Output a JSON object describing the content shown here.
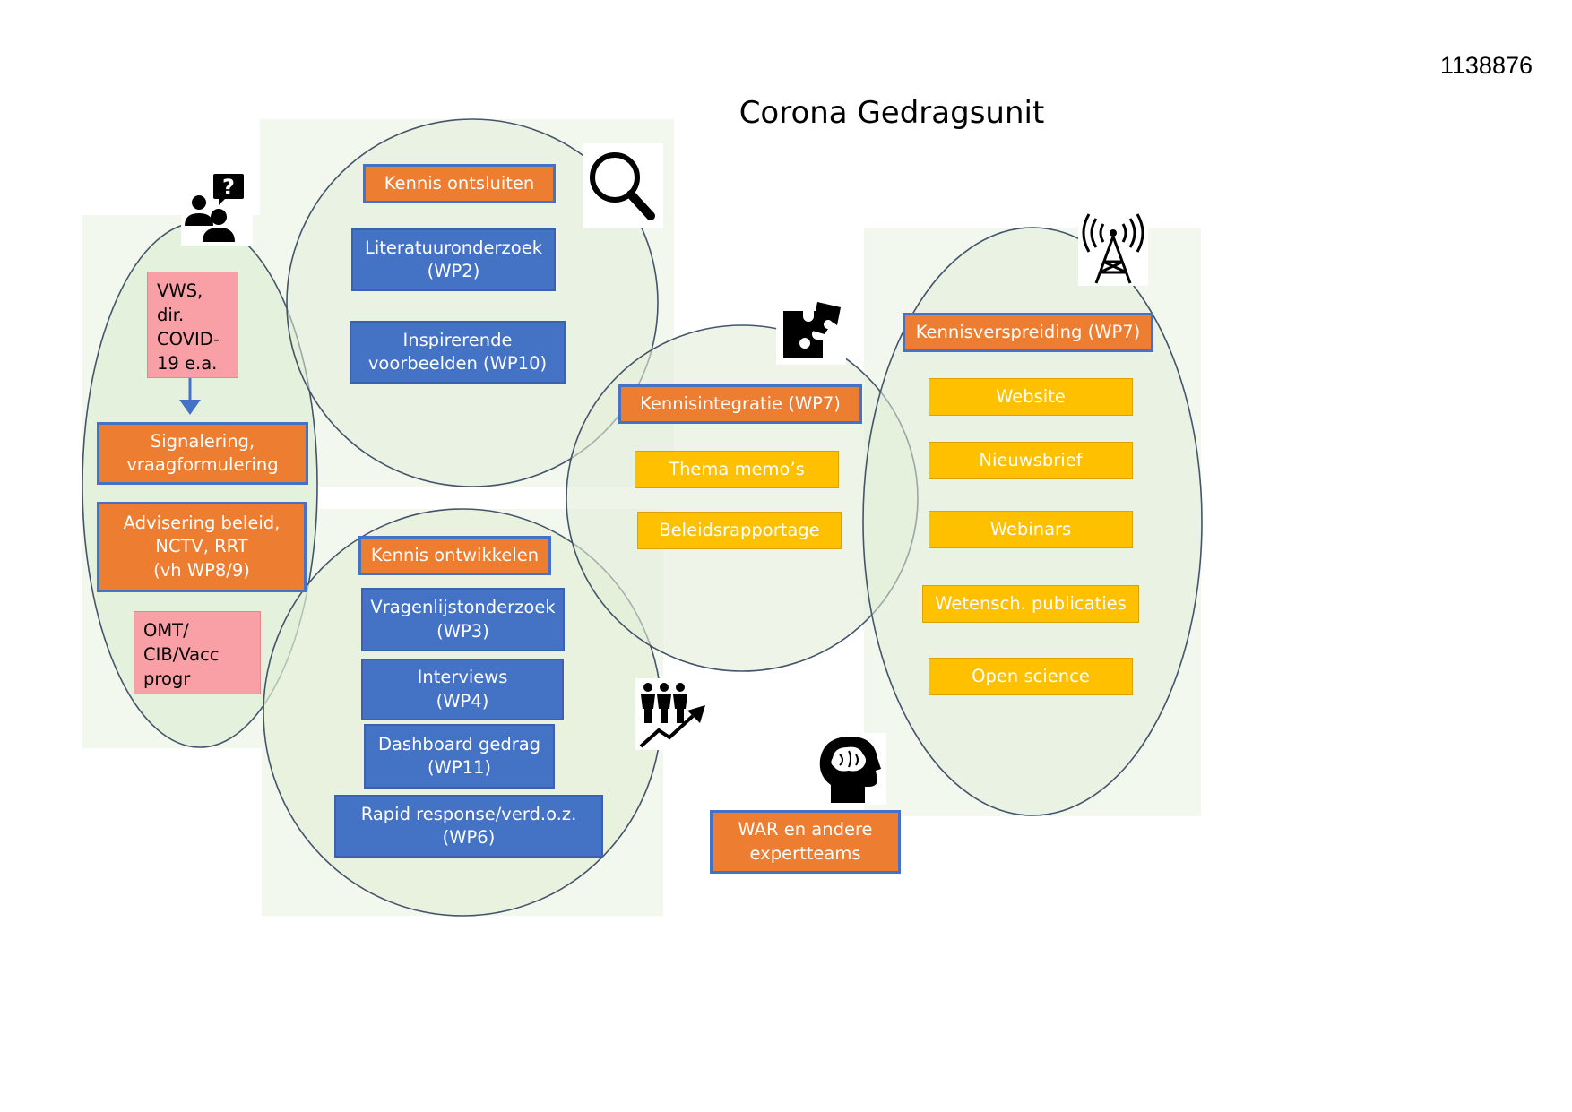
{
  "document_id": "1138876",
  "title": "Corona Gedragsunit",
  "signalering_cluster": {
    "stakeholder_top": "VWS,\ndir.\nCOVID-\n19 e.a.",
    "signalering": "Signalering,\nvraagformulering",
    "advisering": "Advisering beleid,\nNCTV, RRT\n(vh WP8/9)",
    "stakeholder_bottom": "OMT/\nCIB/Vacc\nprogr"
  },
  "kennis_ontsluiten": {
    "heading": "Kennis ontsluiten",
    "items": [
      "Literatuuronderzoek\n(WP2)",
      "Inspirerende\nvoorbeelden (WP10)"
    ]
  },
  "kennis_ontwikkelen": {
    "heading": "Kennis ontwikkelen",
    "items": [
      "Vragenlijstonderzoek\n(WP3)",
      "Interviews\n(WP4)",
      "Dashboard gedrag\n(WP11)",
      "Rapid response/verd.o.z.\n(WP6)"
    ]
  },
  "kennisintegratie": {
    "heading": "Kennisintegratie (WP7)",
    "items": [
      "Thema memo’s",
      "Beleidsrapportage"
    ]
  },
  "kennisverspreiding": {
    "heading": "Kennisverspreiding (WP7)",
    "items": [
      "Website",
      "Nieuwsbrief",
      "Webinars",
      "Wetensch. publicaties",
      "Open science"
    ]
  },
  "expert_teams": "WAR en andere\nexpertteams",
  "icons": [
    "question-people-icon",
    "magnifier-icon",
    "puzzle-icon",
    "broadcast-tower-icon",
    "crowd-growth-icon",
    "brain-head-icon"
  ],
  "colors": {
    "circle_fill": "#E2EFD9",
    "circle_stroke": "#44546A",
    "orange": "#ED7D31",
    "blue": "#4472C4",
    "yellow": "#FFC000",
    "pink": "#F9A0A6"
  }
}
